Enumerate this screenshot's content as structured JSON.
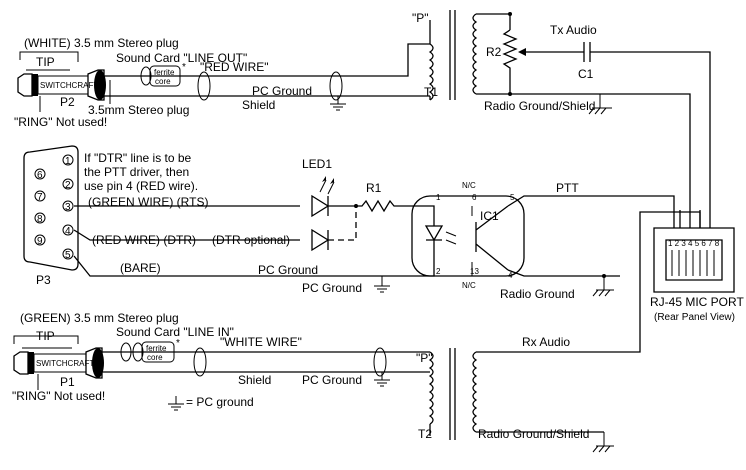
{
  "top": {
    "plug_title": "(WHITE) 3.5 mm Stereo plug",
    "tip": "TIP",
    "soundcard": "Sound Card \"LINE OUT\"",
    "ferrite1": "ferrite",
    "ferrite2": "core",
    "ferrite_star": "*",
    "red_wire": "\"RED WIRE\"",
    "plug_label": "P2",
    "plug_sub": "3.5mm Stereo plug",
    "pc_ground": "PC Ground",
    "shield": "Shield",
    "ring": "\"RING\" Not used!",
    "xfmr_p": "\"P\"",
    "xfmr_t": "T1",
    "r2": "R2",
    "tx_audio": "Tx Audio",
    "c1": "C1",
    "radio_ground": "Radio Ground/Shield",
    "plug_brand": "SWITCHCRAFT"
  },
  "middle": {
    "note1": "If \"DTR\" line is to be",
    "note2": "the PTT driver, then",
    "note3": "use pin 4 (RED wire).",
    "pins": [
      "6",
      "1",
      "7",
      "2",
      "8",
      "3",
      "9",
      "4",
      "5"
    ],
    "green_wire": "(GREEN WIRE) (RTS)",
    "red_wire": "(RED WIRE) (DTR)",
    "dtr_optional": "(DTR optional)",
    "bare": "(BARE)",
    "pc_ground1": "PC Ground",
    "pc_ground2": "PC Ground",
    "p3": "P3",
    "led1": "LED1",
    "r1": "R1",
    "ic1": "IC1",
    "nc_top": "N/C",
    "nc_bot": "N/C",
    "pin1": "1",
    "pin2": "2",
    "pin4": "4",
    "pin5": "5",
    "pin6": "6",
    "pin13": "13",
    "ptt": "PTT",
    "radio_ground": "Radio Ground"
  },
  "rj45": {
    "pins": "1 2 3 4 5 6 7 8",
    "label1": "RJ-45 MIC PORT",
    "label2": "(Rear Panel View)"
  },
  "bottom": {
    "plug_title": "(GREEN) 3.5 mm Stereo plug",
    "tip": "TIP",
    "soundcard": "Sound Card \"LINE IN\"",
    "ferrite1": "ferrite",
    "ferrite2": "core",
    "ferrite_star": "*",
    "white_wire": "\"WHITE WIRE\"",
    "plug_label": "P1",
    "shield": "Shield",
    "pc_ground": "PC Ground",
    "ring": "\"RING\" Not used!",
    "legend": "= PC ground",
    "xfmr_p": "\"P\"",
    "xfmr_t": "T2",
    "rx_audio": "Rx Audio",
    "radio_ground": "Radio Ground/Shield",
    "plug_brand": "SWITCHCRAFT"
  }
}
